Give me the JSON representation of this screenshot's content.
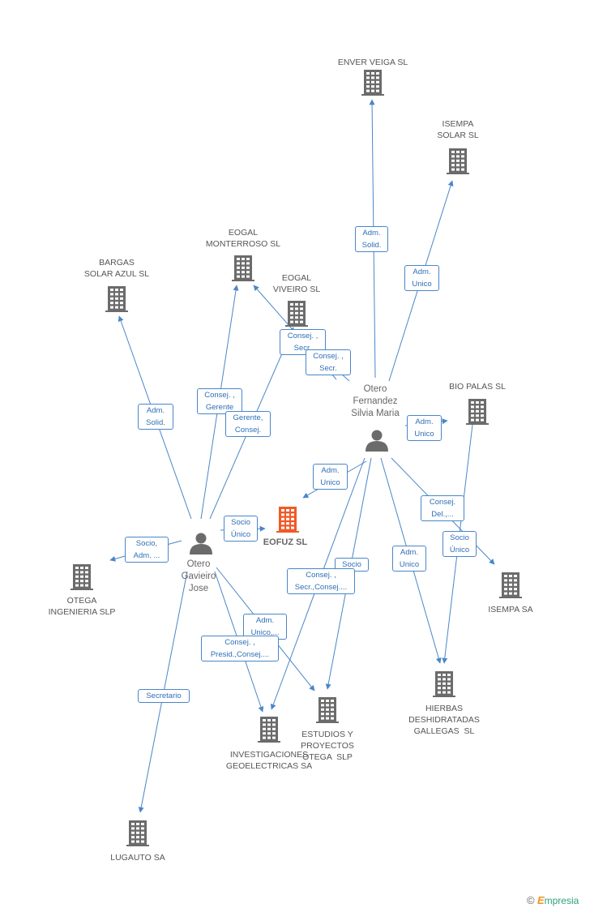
{
  "companies": [
    {
      "id": "enver",
      "label": "ENVER VEIGA SL"
    },
    {
      "id": "isempa_solar",
      "label": "ISEMPA\nSOLAR SL"
    },
    {
      "id": "eogal_mont",
      "label": "EOGAL\nMONTERROSO SL"
    },
    {
      "id": "bargas",
      "label": "BARGAS\nSOLAR AZUL SL"
    },
    {
      "id": "eogal_viv",
      "label": "EOGAL\nVIVEIRO SL"
    },
    {
      "id": "biopalas",
      "label": "BIO PALAS SL"
    },
    {
      "id": "eofuz",
      "label": "EOFUZ SL"
    },
    {
      "id": "otega_ing",
      "label": "OTEGA\nINGENIERIA SLP"
    },
    {
      "id": "isempa",
      "label": "ISEMPA SA"
    },
    {
      "id": "hierbas",
      "label": "HIERBAS\nDESHIDRATADAS\nGALLEGAS  SL"
    },
    {
      "id": "estudios",
      "label": "ESTUDIOS Y\nPROYECTOS\nOTEGA  SLP"
    },
    {
      "id": "invest",
      "label": "INVESTIGACIONES\nGEOELECTRICAS SA"
    },
    {
      "id": "lugauto",
      "label": "LUGAUTO SA"
    }
  ],
  "persons": [
    {
      "id": "silvia",
      "label": "Otero\nFernandez\nSilvia Maria"
    },
    {
      "id": "jose",
      "label": "Otero\nGavieiro\nJose"
    }
  ],
  "relations": [
    {
      "label": "Adm.\nSolid."
    },
    {
      "label": "Adm.\nUnico"
    },
    {
      "label": "Consej. ,\nSecr."
    },
    {
      "label": "Consej. ,\nSecr."
    },
    {
      "label": "Adm.\nUnico"
    },
    {
      "label": "Adm.\nUnico"
    },
    {
      "label": "Consej.\nDel.,..."
    },
    {
      "label": "Adm.\nUnico"
    },
    {
      "label": "Socio\nÚnico"
    },
    {
      "label": "Socio"
    },
    {
      "label": "Consej. ,\nSecr.,Consej...."
    },
    {
      "label": "Adm.\nSolid."
    },
    {
      "label": "Consej. ,\nGerente"
    },
    {
      "label": "Gerente,\nConsej."
    },
    {
      "label": "Socio\nÚnico"
    },
    {
      "label": "Socio,\nAdm. ..."
    },
    {
      "label": "Adm.\nUnico,..."
    },
    {
      "label": "Consej. ,\nPresid.,Consej...."
    },
    {
      "label": "Secretario"
    }
  ],
  "colors": {
    "edge": "#4a86c8",
    "building": "#6b6b6b",
    "focus": "#f05a28",
    "person": "#6b6b6b"
  },
  "footer": {
    "copyright": "©",
    "brand_initial": "E",
    "brand_rest": "mpresia"
  }
}
